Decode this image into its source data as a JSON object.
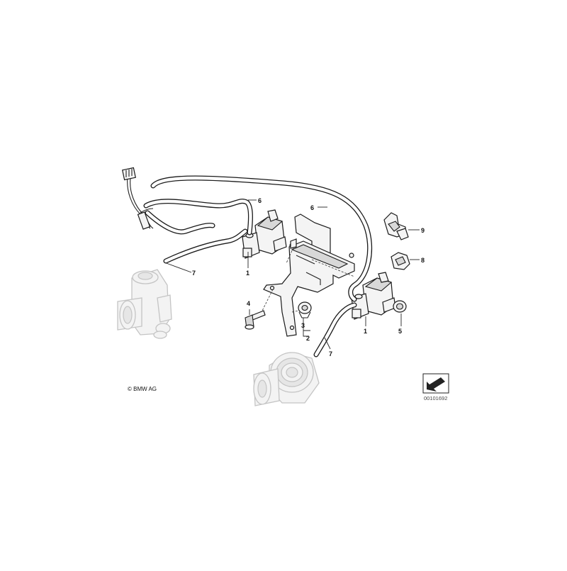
{
  "callouts": [
    {
      "id": "c1a",
      "label": "1"
    },
    {
      "id": "c1b",
      "label": "1"
    },
    {
      "id": "c2",
      "label": "2"
    },
    {
      "id": "c3",
      "label": "3"
    },
    {
      "id": "c4",
      "label": "4"
    },
    {
      "id": "c5",
      "label": "5"
    },
    {
      "id": "c6a",
      "label": "6"
    },
    {
      "id": "c6b",
      "label": "6"
    },
    {
      "id": "c7a",
      "label": "7"
    },
    {
      "id": "c7b",
      "label": "7"
    },
    {
      "id": "c8",
      "label": "8"
    },
    {
      "id": "c9",
      "label": "9"
    }
  ],
  "copyright": "© BMW AG",
  "document_id": "00101692",
  "icons": {
    "direction_arrow": "arrow-icon"
  }
}
